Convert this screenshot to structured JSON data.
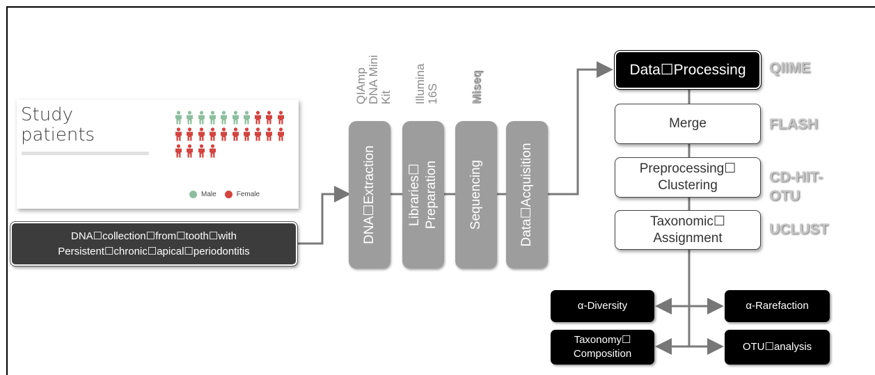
{
  "patients": {
    "title_line1": "Study",
    "title_line2": "patients",
    "rows": [
      [
        "male",
        "male",
        "male",
        "male",
        "male",
        "male",
        "male",
        "female",
        "female",
        "female"
      ],
      [
        "female",
        "female",
        "female",
        "female",
        "female",
        "female",
        "female",
        "female",
        "female",
        "female"
      ],
      [
        "female",
        "female",
        "female",
        "female"
      ]
    ],
    "legend": [
      {
        "label": "Male",
        "color": "#8dbf9e"
      },
      {
        "label": "Female",
        "color": "#d3443f"
      }
    ]
  },
  "colors": {
    "male": "#8dbf9e",
    "female": "#d3443f",
    "step": "#9d9d9d",
    "dark": "#000000"
  },
  "source": {
    "line1": "DNA☐collection☐from☐tooth☐with",
    "line2": "Persistent☐chronic☐apical☐periodontitis"
  },
  "steps": [
    {
      "label": "DNA☐Extraction",
      "tool": "QIAmp\nDNA Mini\nKit"
    },
    {
      "label": "Libraries☐\nPreparation",
      "tool": "Illumina\n16S"
    },
    {
      "label": "Sequencing",
      "tool": "Miseq"
    },
    {
      "label": "Data☐Acquisition",
      "tool": ""
    }
  ],
  "processing": [
    {
      "label": "Data☐Processing",
      "tool": "QIIME"
    },
    {
      "label": "Merge",
      "tool": "FLASH"
    },
    {
      "label": "Preprocessing☐\nClustering",
      "tool": "CD-HIT-\nOTU"
    },
    {
      "label": "Taxonomic☐\nAssignment",
      "tool": "UCLUST"
    }
  ],
  "results": [
    {
      "label": "α-Diversity"
    },
    {
      "label": "α-Rarefaction"
    },
    {
      "label": "Taxonomy☐\nComposition"
    },
    {
      "label": "OTU☐analysis"
    }
  ]
}
